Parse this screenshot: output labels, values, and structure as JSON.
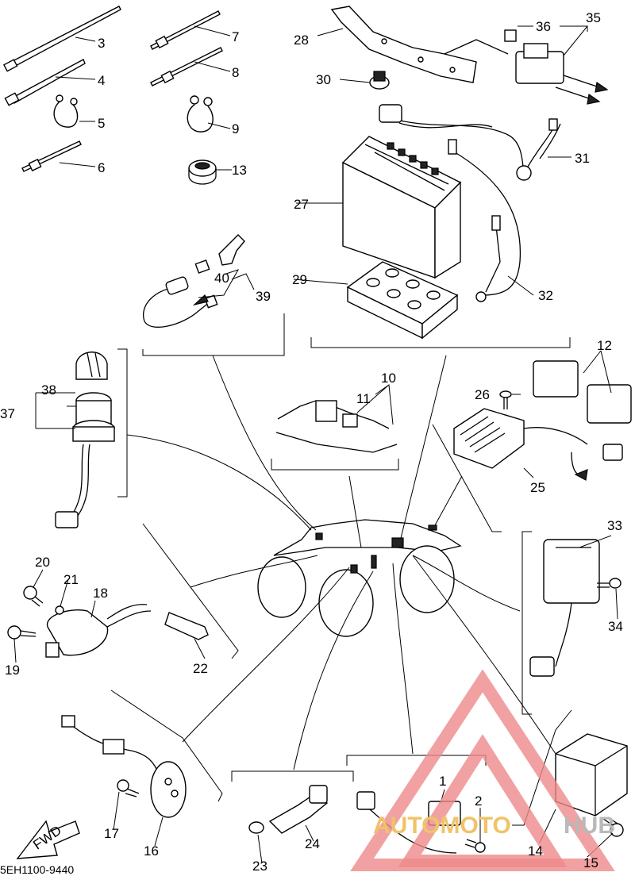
{
  "diagram": {
    "ref_code": "5EH1100-9440",
    "direction_label": "FWD",
    "callouts": [
      "1",
      "2",
      "3",
      "4",
      "5",
      "6",
      "7",
      "8",
      "9",
      "10",
      "11",
      "12",
      "13",
      "14",
      "15",
      "16",
      "17",
      "18",
      "19",
      "20",
      "21",
      "22",
      "23",
      "24",
      "25",
      "26",
      "27",
      "28",
      "29",
      "30",
      "31",
      "32",
      "33",
      "34",
      "35",
      "36",
      "37",
      "38",
      "39",
      "40"
    ]
  },
  "watermark": {
    "part1": "AUTOMOTO",
    "part2": "HUB",
    "colors": {
      "triangle": "#ee8a8a",
      "part1": "#f0c36a",
      "part2": "#b9b9b9"
    }
  }
}
